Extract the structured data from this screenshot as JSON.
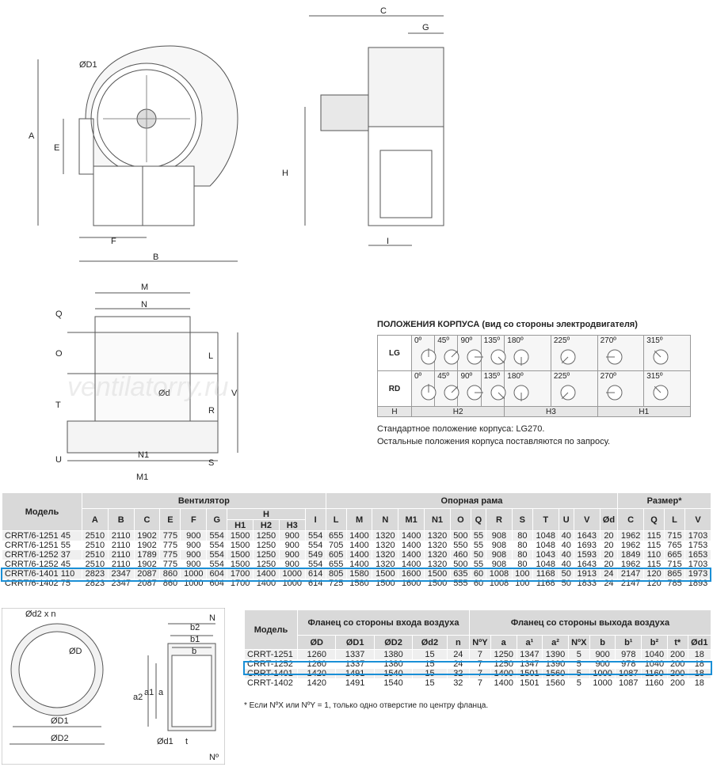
{
  "drawing_top": {
    "labels": {
      "c": "C",
      "g": "G",
      "d1": "ØD1",
      "a": "A",
      "e": "E",
      "f": "F",
      "b": "B",
      "h": "H",
      "i": "I"
    }
  },
  "drawing_frame": {
    "labels": {
      "m": "M",
      "n": "N",
      "q": "Q",
      "o": "O",
      "t": "T",
      "u": "U",
      "l": "L",
      "r": "R",
      "s": "S",
      "v": "V",
      "n1": "N1",
      "m1": "M1",
      "d": "Ød"
    }
  },
  "watermark": "ventilatorry.ru",
  "positions": {
    "title": "ПОЛОЖЕНИЯ КОРПУСА (вид со стороны электродвигателя)",
    "rows": [
      {
        "label": "LG",
        "angles": [
          "0º",
          "45º",
          "90º",
          "135º",
          "180º",
          "225º",
          "270º",
          "315º"
        ]
      },
      {
        "label": "RD",
        "angles": [
          "0º",
          "45º",
          "90º",
          "135º",
          "180º",
          "225º",
          "270º",
          "315º"
        ]
      }
    ],
    "footer": [
      "H",
      "H2",
      "H3",
      "H1"
    ],
    "note1": "Стандартное положение корпуса: LG270.",
    "note2": "Остальные положения корпуса поставляются по запросу."
  },
  "main_table": {
    "head": {
      "model": "Модель",
      "fan": "Вентилятор",
      "frame": "Опорная рама",
      "size": "Размер*",
      "cols_fan": [
        "A",
        "B",
        "C",
        "E",
        "F",
        "G"
      ],
      "h": "H",
      "h_sub": [
        "H1",
        "H2",
        "H3"
      ],
      "i": "I",
      "cols_frame": [
        "L",
        "M",
        "N",
        "M1",
        "N1",
        "O",
        "Q",
        "R",
        "S",
        "T",
        "U",
        "V",
        "Ød"
      ],
      "cols_size": [
        "C",
        "Q",
        "L",
        "V"
      ]
    },
    "rows": [
      [
        "CRRT/6-1251 45",
        "2510",
        "2110",
        "1902",
        "775",
        "900",
        "554",
        "1500",
        "1250",
        "900",
        "554",
        "655",
        "1400",
        "1320",
        "1400",
        "1320",
        "500",
        "55",
        "908",
        "80",
        "1048",
        "40",
        "1643",
        "20",
        "1962",
        "115",
        "715",
        "1703"
      ],
      [
        "CRRT/6-1251 55",
        "2510",
        "2110",
        "1902",
        "775",
        "900",
        "554",
        "1500",
        "1250",
        "900",
        "554",
        "705",
        "1400",
        "1320",
        "1400",
        "1320",
        "550",
        "55",
        "908",
        "80",
        "1048",
        "40",
        "1693",
        "20",
        "1962",
        "115",
        "765",
        "1753"
      ],
      [
        "CRRT/6-1252 37",
        "2510",
        "2110",
        "1789",
        "775",
        "900",
        "554",
        "1500",
        "1250",
        "900",
        "549",
        "605",
        "1400",
        "1320",
        "1400",
        "1320",
        "460",
        "50",
        "908",
        "80",
        "1043",
        "40",
        "1593",
        "20",
        "1849",
        "110",
        "665",
        "1653"
      ],
      [
        "CRRT/6-1252 45",
        "2510",
        "2110",
        "1902",
        "775",
        "900",
        "554",
        "1500",
        "1250",
        "900",
        "554",
        "655",
        "1400",
        "1320",
        "1400",
        "1320",
        "500",
        "55",
        "908",
        "80",
        "1048",
        "40",
        "1643",
        "20",
        "1962",
        "115",
        "715",
        "1703"
      ],
      [
        "CRRT/6-1401 110",
        "2823",
        "2347",
        "2087",
        "860",
        "1000",
        "604",
        "1700",
        "1400",
        "1000",
        "614",
        "805",
        "1580",
        "1500",
        "1600",
        "1500",
        "635",
        "60",
        "1008",
        "100",
        "1168",
        "50",
        "1913",
        "24",
        "2147",
        "120",
        "865",
        "1973"
      ],
      [
        "CRRT/6-1402 75",
        "2823",
        "2347",
        "2087",
        "860",
        "1000",
        "604",
        "1700",
        "1400",
        "1000",
        "614",
        "725",
        "1580",
        "1500",
        "1600",
        "1500",
        "555",
        "60",
        "1008",
        "100",
        "1168",
        "50",
        "1833",
        "24",
        "2147",
        "120",
        "785",
        "1893"
      ]
    ]
  },
  "flange_drawing": {
    "labels": {
      "d2n": "Ød2 x n",
      "d": "ØD",
      "d1": "ØD1",
      "d2": "ØD2",
      "n": "N",
      "b2": "b2",
      "b1": "b1",
      "b": "b",
      "a2": "a2",
      "a1": "a1",
      "a": "a",
      "d1s": "Ød1",
      "t": "t",
      "no": "Nº"
    }
  },
  "flange_table": {
    "head": {
      "model": "Модель",
      "inlet": "Фланец со стороны входа воздуха",
      "outlet": "Фланец со стороны выхода воздуха",
      "cols_in": [
        "ØD",
        "ØD1",
        "ØD2",
        "Ød2",
        "n"
      ],
      "cols_out": [
        "NºY",
        "a",
        "a¹",
        "a²",
        "NºX",
        "b",
        "b¹",
        "b²",
        "t*",
        "Ød1"
      ]
    },
    "rows": [
      [
        "CRRT-1251",
        "1260",
        "1337",
        "1380",
        "15",
        "24",
        "7",
        "1250",
        "1347",
        "1390",
        "5",
        "900",
        "978",
        "1040",
        "200",
        "18"
      ],
      [
        "CRRT-1252",
        "1260",
        "1337",
        "1380",
        "15",
        "24",
        "7",
        "1250",
        "1347",
        "1390",
        "5",
        "900",
        "978",
        "1040",
        "200",
        "18"
      ],
      [
        "CRRT-1401",
        "1420",
        "1491",
        "1540",
        "15",
        "32",
        "7",
        "1400",
        "1501",
        "1560",
        "5",
        "1000",
        "1087",
        "1160",
        "200",
        "18"
      ],
      [
        "CRRT-1402",
        "1420",
        "1491",
        "1540",
        "15",
        "32",
        "7",
        "1400",
        "1501",
        "1560",
        "5",
        "1000",
        "1087",
        "1160",
        "200",
        "18"
      ]
    ],
    "footnote": "* Если NºX или NºY = 1, только одно отверстие по центру фланца."
  },
  "colors": {
    "highlight": "#1a8fd6",
    "header_bg": "#d9d9d9",
    "stripe": "#efefef"
  }
}
